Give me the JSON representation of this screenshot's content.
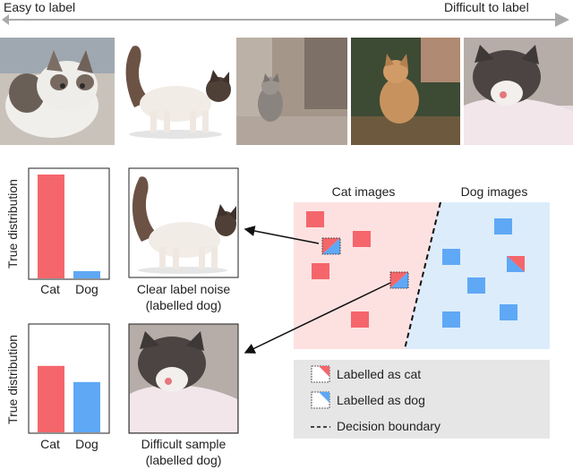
{
  "header": {
    "easy_label": "Easy to label",
    "difficult_label": "Difficult to label"
  },
  "top_images": [
    {
      "name": "cat-photo-1"
    },
    {
      "name": "cat-photo-2"
    },
    {
      "name": "cat-photo-3"
    },
    {
      "name": "cat-photo-4"
    },
    {
      "name": "cat-photo-5"
    }
  ],
  "chart_data": [
    {
      "type": "bar",
      "ylabel": "True distribution",
      "categories": [
        "Cat",
        "Dog"
      ],
      "values": [
        1.0,
        0.07
      ],
      "colors": [
        "#f4666b",
        "#5fa8f5"
      ],
      "ylim": [
        0,
        1.0
      ]
    },
    {
      "type": "bar",
      "ylabel": "True distribution",
      "categories": [
        "Cat",
        "Dog"
      ],
      "values": [
        0.7,
        0.53
      ],
      "colors": [
        "#f4666b",
        "#5fa8f5"
      ],
      "ylim": [
        0,
        1.0
      ]
    }
  ],
  "samples": {
    "clear_noise_title": "Clear label noise",
    "clear_noise_sub": "(labelled dog)",
    "difficult_title": "Difficult sample",
    "difficult_sub": "(labelled dog)"
  },
  "scatter": {
    "cat_header": "Cat images",
    "dog_header": "Dog images",
    "cat_color": "#f4666b",
    "dog_color": "#5fa8f5"
  },
  "legend": {
    "labelled_cat": "Labelled as cat",
    "labelled_dog": "Labelled as dog",
    "boundary": "Decision boundary"
  }
}
